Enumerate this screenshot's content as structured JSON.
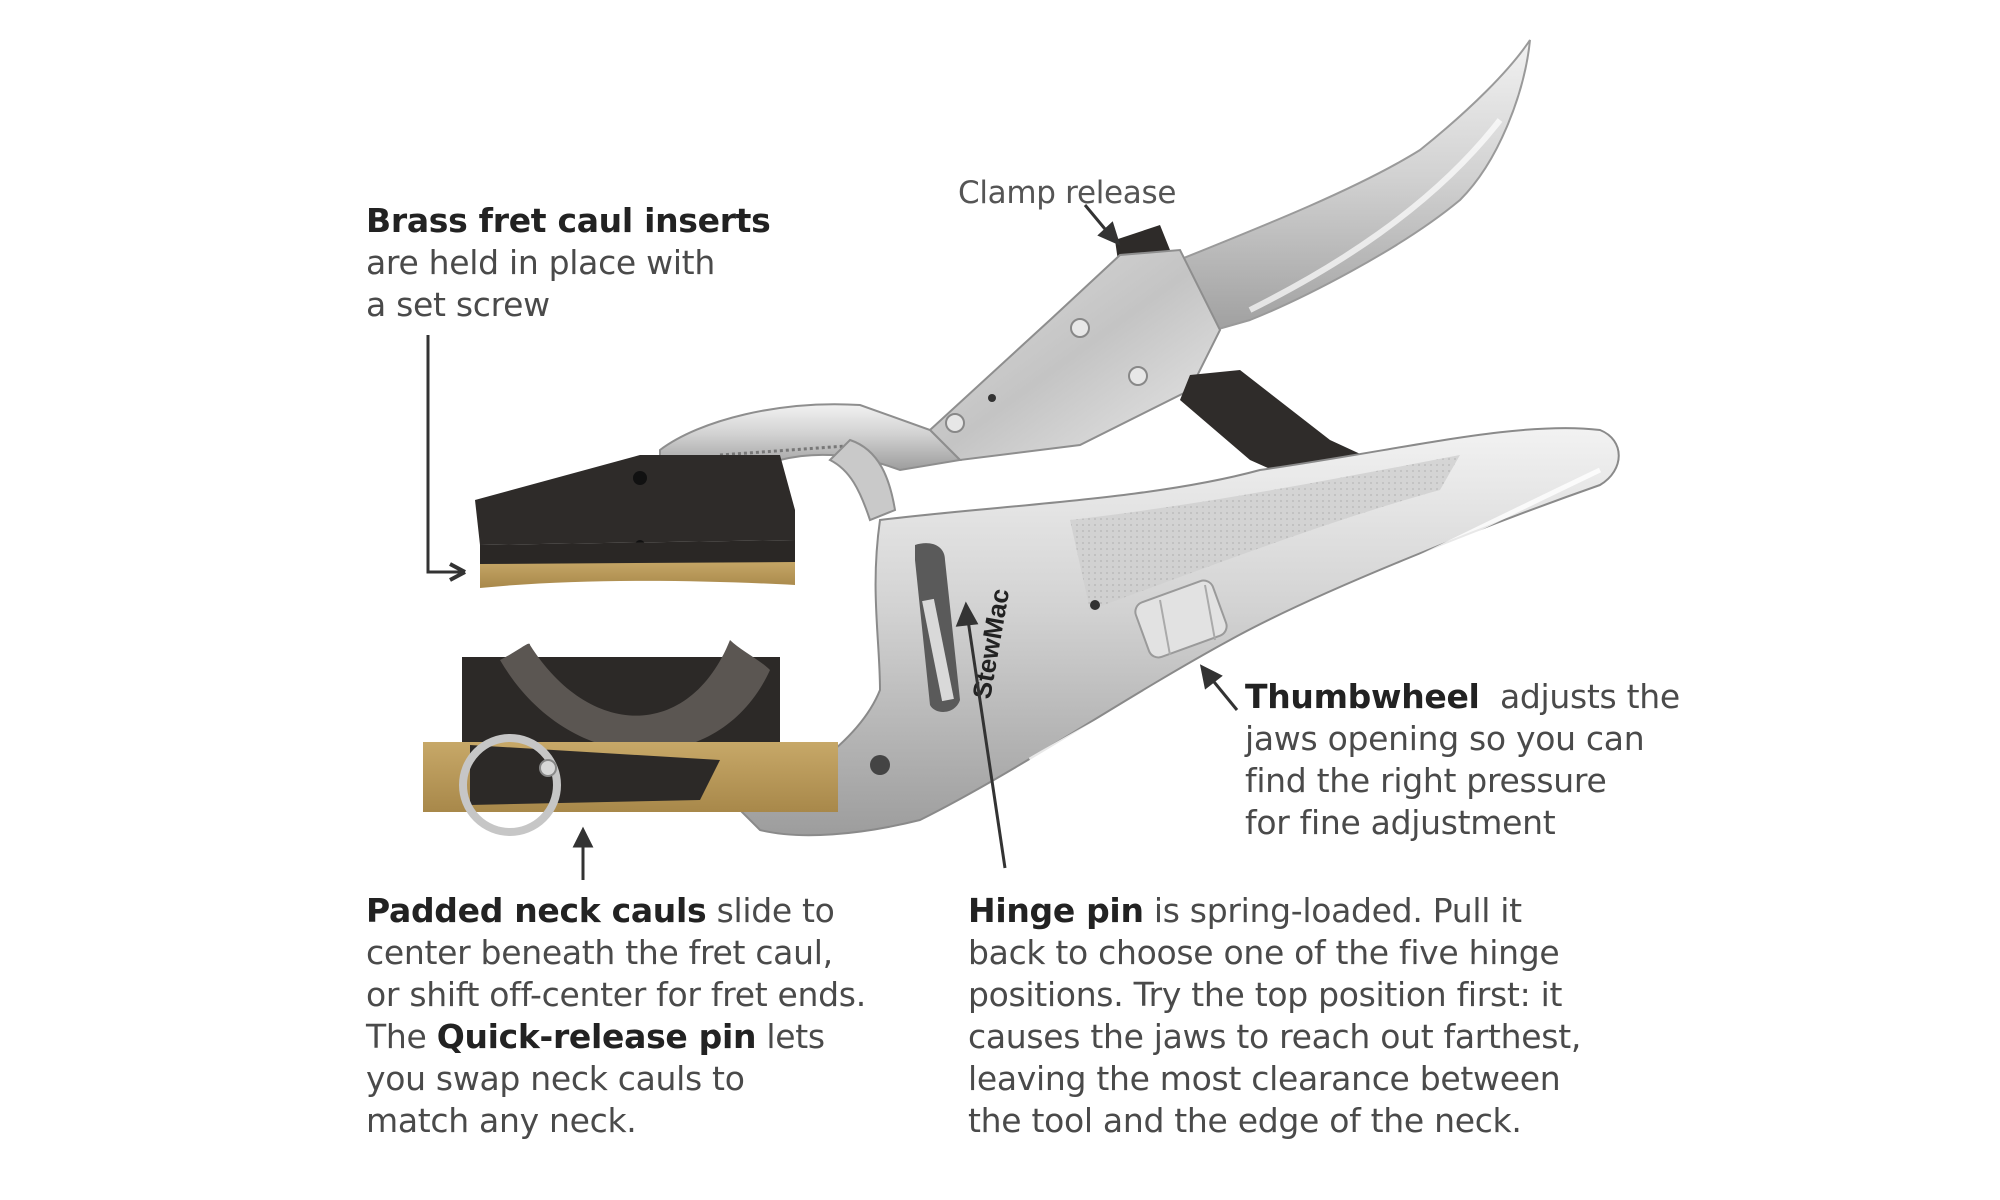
{
  "diagram": {
    "subject": "StewMac clamp tool with fret and neck cauls",
    "brand_mark": "StewMac",
    "colors": {
      "background": "#ffffff",
      "steel_light": "#e6e6e6",
      "steel_mid": "#bdbdbd",
      "steel_dark": "#8e8e8e",
      "rubber": "#2e2b29",
      "brass": "#b9995a",
      "text": "#4a4a4a",
      "text_bold": "#222222",
      "arrow": "#333333"
    },
    "annotations": {
      "clamp_release": {
        "label": "Clamp release"
      },
      "brass_fret_caul": {
        "title": "Brass fret caul inserts",
        "lines": [
          "are held in place with",
          "a set screw"
        ]
      },
      "thumbwheel": {
        "title": "Thumbwheel",
        "first_line_rest": "adjusts the",
        "lines": [
          "jaws opening so you can",
          "find the right pressure",
          "for fine adjustment"
        ]
      },
      "padded_neck_cauls": {
        "title": "Padded neck cauls",
        "first_line_rest": "slide to",
        "lines": [
          "center beneath the fret caul,",
          "or shift off-center for fret ends."
        ],
        "line4_pre": "The",
        "line4_bold": "Quick-release pin",
        "line4_post": "lets",
        "lines_after": [
          "you swap neck cauls to",
          "match any neck."
        ]
      },
      "hinge_pin": {
        "title": "Hinge pin",
        "first_line_rest": "is spring-loaded. Pull it",
        "lines": [
          "back to choose one of the five hinge",
          "positions. Try the top position first: it",
          "causes the jaws to reach out farthest,",
          "leaving the most clearance between",
          "the tool and the edge of the neck."
        ]
      }
    }
  }
}
